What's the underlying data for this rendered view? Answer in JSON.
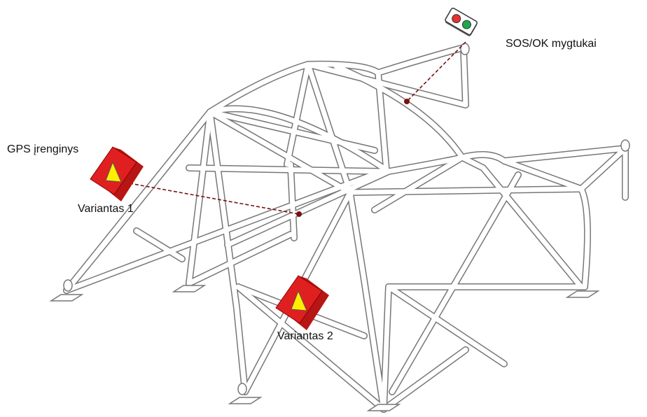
{
  "labels": {
    "sos_ok": "SOS/OK mygtukai",
    "gps": "GPS įrenginys",
    "variant1": "Variantas 1",
    "variant2": "Variantas 2"
  },
  "colors": {
    "device_red": "#e02020",
    "device_triangle": "#ffee00",
    "leader_line": "#7a1010",
    "tube_outline": "#7a7a7a",
    "sos_button": "#e83030",
    "ok_button": "#1fa84a"
  },
  "icons": {
    "gps_device": "red-box-with-yellow-triangle",
    "sos_ok_panel": "two-round-buttons-red-green"
  }
}
